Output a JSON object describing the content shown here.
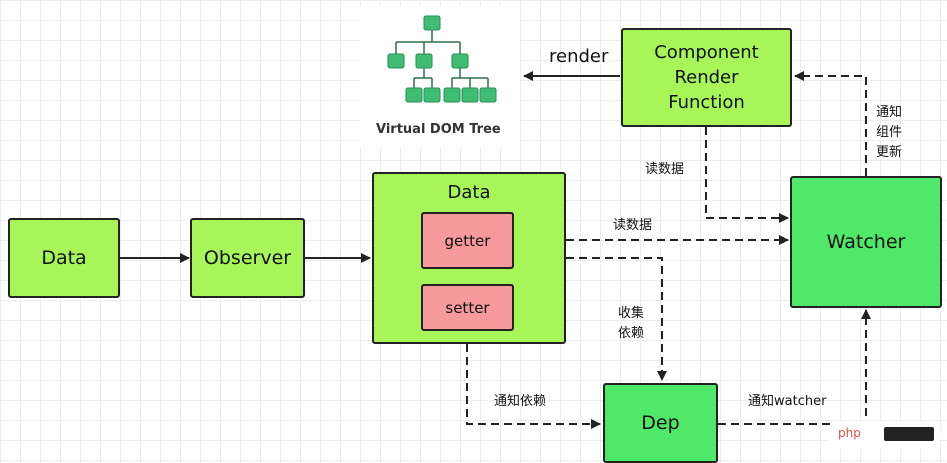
{
  "nodes": {
    "data_source": "Data",
    "observer": "Observer",
    "data_container": "Data",
    "getter": "getter",
    "setter": "setter",
    "dep": "Dep",
    "watcher": "Watcher",
    "component_render": "Component\nRender\nFunction"
  },
  "virtual_dom": {
    "caption": "Virtual DOM Tree",
    "icon": "tree-diagram-icon"
  },
  "edge_labels": {
    "render": "render",
    "read_data_top": "读数据",
    "read_data_mid": "读数据",
    "collect_deps": "收集\n依赖",
    "notify_deps": "通知依赖",
    "notify_watcher": "通知watcher",
    "notify_update": "通知\n组件\n更新"
  },
  "watermark": {
    "text": "php"
  },
  "colors": {
    "lime": "#a8f55a",
    "green": "#50e868",
    "pink": "#f79a9c",
    "tree": "#3fbd72"
  }
}
